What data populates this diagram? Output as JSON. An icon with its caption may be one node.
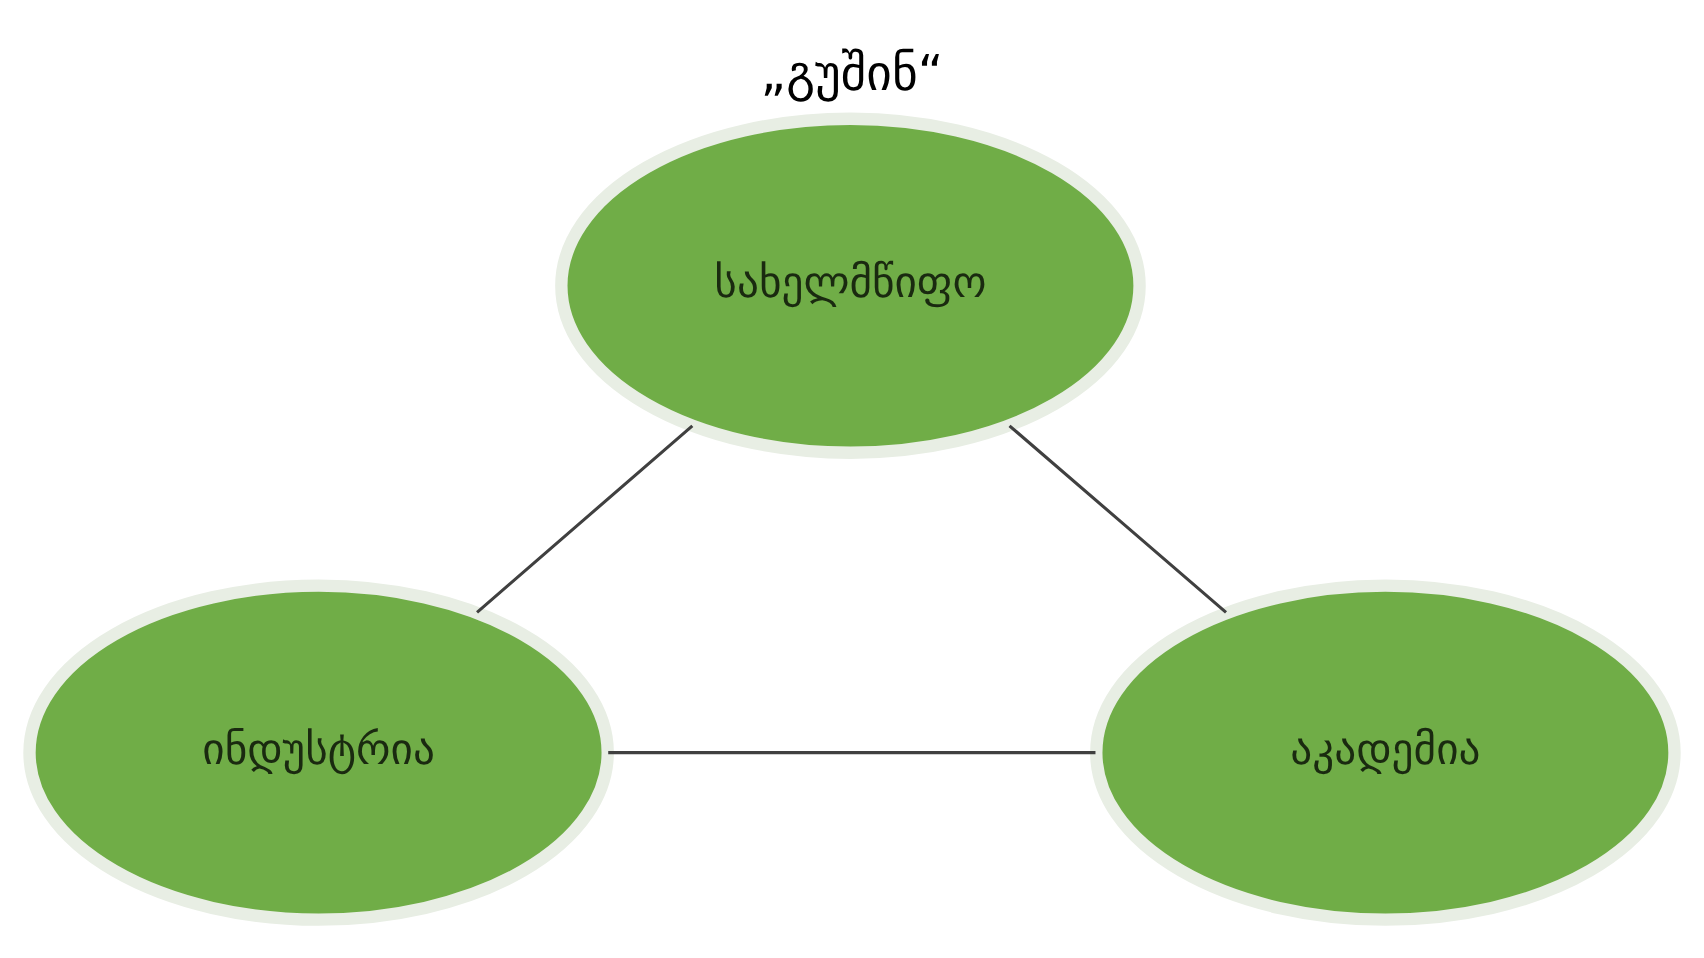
{
  "diagram": {
    "title": "„გუშინ“",
    "nodes": [
      {
        "text": [
          "სახელმწიფო"
        ]
      },
      {
        "text": [
          "ინდუსტრია"
        ]
      },
      {
        "text": [
          "აკადემია"
        ]
      }
    ],
    "edges": [
      {
        "from": 1,
        "to": 0,
        "arrow": "none"
      },
      {
        "from": 0,
        "to": 2,
        "arrow": "none"
      },
      {
        "from": 1,
        "to": 2,
        "arrow": "none"
      }
    ]
  }
}
